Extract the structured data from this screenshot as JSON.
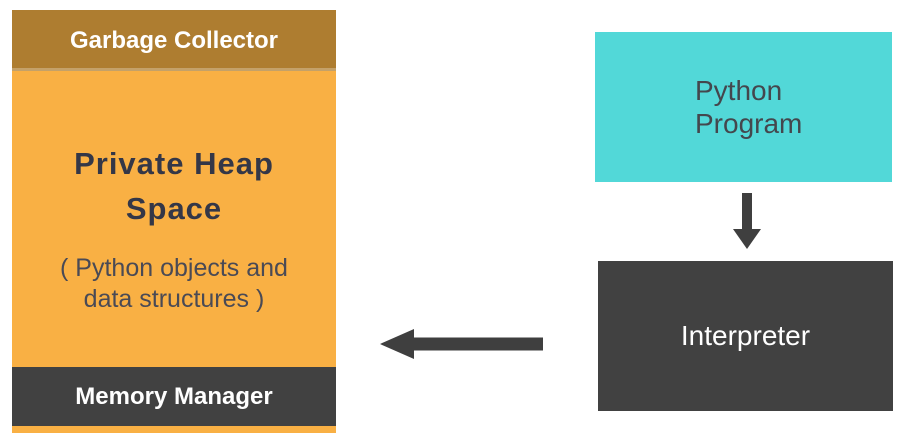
{
  "diagram": {
    "background": "#ffffff",
    "memory_block": {
      "header": {
        "label": "Garbage Collector",
        "bg": "#ae7d30",
        "text_color": "#ffffff"
      },
      "body": {
        "bg": "#f9b044",
        "title_lines": [
          "Private Heap",
          "Space"
        ],
        "title_color": "#343747",
        "caption_lines": [
          "( Python objects and",
          "data structures )"
        ],
        "caption_color": "#4a4a55"
      },
      "footer": {
        "label": "Memory Manager",
        "bg": "#414141",
        "text_color": "#ffffff"
      }
    },
    "program_box": {
      "label_lines": [
        "Python",
        "Program"
      ],
      "bg": "#52d8d8",
      "text_color": "#44474d"
    },
    "interpreter_box": {
      "label": "Interpreter",
      "bg": "#414141",
      "text_color": "#ffffff"
    },
    "arrows": {
      "color": "#3f3f3f",
      "down": "arrow-down-icon",
      "left": "arrow-left-icon"
    }
  }
}
